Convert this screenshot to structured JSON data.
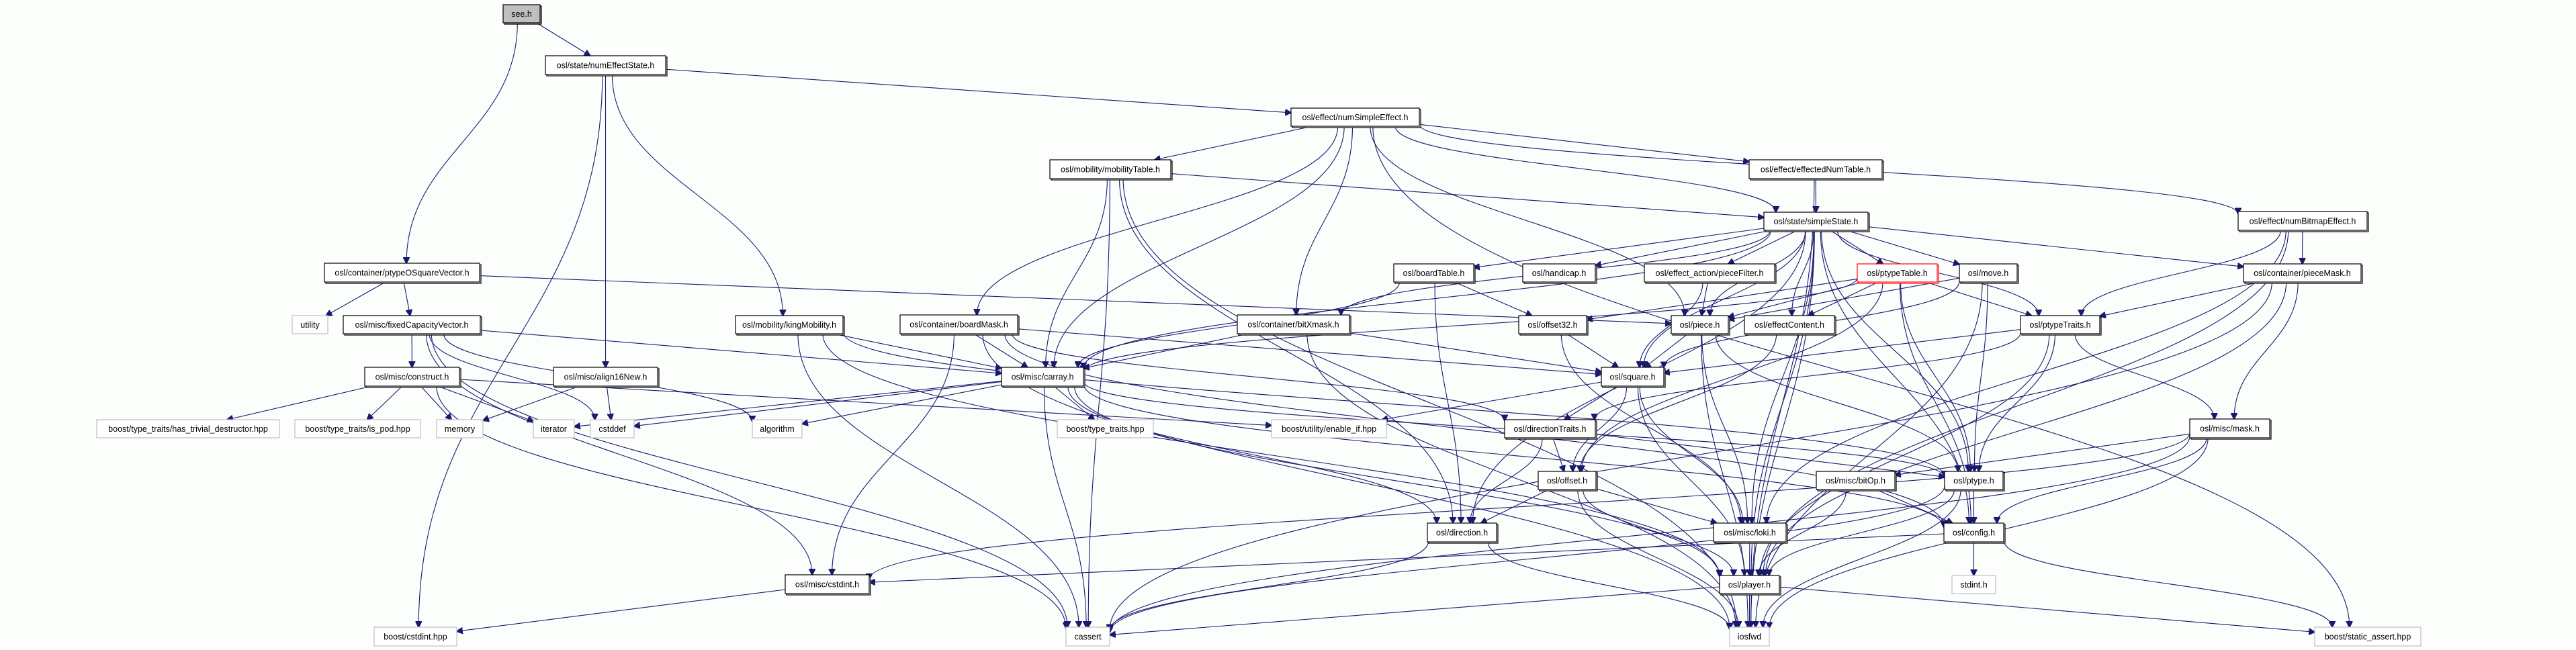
{
  "diagram": {
    "title": "see.h include dependency graph",
    "colors": {
      "edge": "#191970",
      "root_fill": "#bfbfbf",
      "highlight_border": "#ff0000",
      "external_border": "#bfbfbf"
    },
    "nodes": [
      {
        "id": "see",
        "label": "see.h",
        "kind": "root"
      },
      {
        "id": "numEffectState",
        "label": "osl/state/numEffectState.h",
        "kind": "internal"
      },
      {
        "id": "numSimpleEffect",
        "label": "osl/effect/numSimpleEffect.h",
        "kind": "internal"
      },
      {
        "id": "mobilityTable",
        "label": "osl/mobility/mobilityTable.h",
        "kind": "internal"
      },
      {
        "id": "effectedNumTable",
        "label": "osl/effect/effectedNumTable.h",
        "kind": "internal"
      },
      {
        "id": "simpleState",
        "label": "osl/state/simpleState.h",
        "kind": "internal"
      },
      {
        "id": "numBitmapEffect",
        "label": "osl/effect/numBitmapEffect.h",
        "kind": "internal"
      },
      {
        "id": "ptypeOSquareVector",
        "label": "osl/container/ptypeOSquareVector.h",
        "kind": "internal"
      },
      {
        "id": "boardTable",
        "label": "osl/boardTable.h",
        "kind": "internal"
      },
      {
        "id": "handicap",
        "label": "osl/handicap.h",
        "kind": "internal"
      },
      {
        "id": "pieceFilter",
        "label": "osl/effect_action/pieceFilter.h",
        "kind": "internal"
      },
      {
        "id": "ptypeTable",
        "label": "osl/ptypeTable.h",
        "kind": "highlight"
      },
      {
        "id": "move",
        "label": "osl/move.h",
        "kind": "internal"
      },
      {
        "id": "pieceMask",
        "label": "osl/container/pieceMask.h",
        "kind": "internal"
      },
      {
        "id": "utility",
        "label": "utility",
        "kind": "external"
      },
      {
        "id": "fixedCapacityVector",
        "label": "osl/misc/fixedCapacityVector.h",
        "kind": "internal"
      },
      {
        "id": "kingMobility",
        "label": "osl/mobility/kingMobility.h",
        "kind": "internal"
      },
      {
        "id": "boardMask",
        "label": "osl/container/boardMask.h",
        "kind": "internal"
      },
      {
        "id": "bitXmask",
        "label": "osl/container/bitXmask.h",
        "kind": "internal"
      },
      {
        "id": "offset32",
        "label": "osl/offset32.h",
        "kind": "internal"
      },
      {
        "id": "piece",
        "label": "osl/piece.h",
        "kind": "internal"
      },
      {
        "id": "effectContent",
        "label": "osl/effectContent.h",
        "kind": "internal"
      },
      {
        "id": "ptypeTraits",
        "label": "osl/ptypeTraits.h",
        "kind": "internal"
      },
      {
        "id": "construct",
        "label": "osl/misc/construct.h",
        "kind": "internal"
      },
      {
        "id": "align16New",
        "label": "osl/misc/align16New.h",
        "kind": "internal"
      },
      {
        "id": "carray",
        "label": "osl/misc/carray.h",
        "kind": "internal"
      },
      {
        "id": "square",
        "label": "osl/square.h",
        "kind": "internal"
      },
      {
        "id": "hasTrivialDestructor",
        "label": "boost/type_traits/has_trivial_destructor.hpp",
        "kind": "external"
      },
      {
        "id": "isPod",
        "label": "boost/type_traits/is_pod.hpp",
        "kind": "external"
      },
      {
        "id": "memory",
        "label": "memory",
        "kind": "external"
      },
      {
        "id": "iterator",
        "label": "iterator",
        "kind": "external"
      },
      {
        "id": "cstddef",
        "label": "cstddef",
        "kind": "external"
      },
      {
        "id": "algorithm",
        "label": "algorithm",
        "kind": "external"
      },
      {
        "id": "typeTraits",
        "label": "boost/type_traits.hpp",
        "kind": "external"
      },
      {
        "id": "enableIf",
        "label": "boost/utility/enable_if.hpp",
        "kind": "external"
      },
      {
        "id": "directionTraits",
        "label": "osl/directionTraits.h",
        "kind": "internal"
      },
      {
        "id": "mask",
        "label": "osl/misc/mask.h",
        "kind": "internal"
      },
      {
        "id": "offset",
        "label": "osl/offset.h",
        "kind": "internal"
      },
      {
        "id": "bitOp",
        "label": "osl/misc/bitOp.h",
        "kind": "internal"
      },
      {
        "id": "ptype",
        "label": "osl/ptype.h",
        "kind": "internal"
      },
      {
        "id": "direction",
        "label": "osl/direction.h",
        "kind": "internal"
      },
      {
        "id": "loki",
        "label": "osl/misc/loki.h",
        "kind": "internal"
      },
      {
        "id": "config",
        "label": "osl/config.h",
        "kind": "internal"
      },
      {
        "id": "cstdintH",
        "label": "osl/misc/cstdint.h",
        "kind": "internal"
      },
      {
        "id": "player",
        "label": "osl/player.h",
        "kind": "internal"
      },
      {
        "id": "stdint",
        "label": "stdint.h",
        "kind": "external"
      },
      {
        "id": "boostCstdint",
        "label": "boost/cstdint.hpp",
        "kind": "external"
      },
      {
        "id": "cassert",
        "label": "cassert",
        "kind": "external"
      },
      {
        "id": "iosfwd",
        "label": "iosfwd",
        "kind": "external"
      },
      {
        "id": "staticAssert",
        "label": "boost/static_assert.hpp",
        "kind": "external"
      }
    ],
    "edges": [
      [
        "see",
        "numEffectState"
      ],
      [
        "see",
        "ptypeOSquareVector"
      ],
      [
        "numEffectState",
        "numSimpleEffect"
      ],
      [
        "numEffectState",
        "align16New"
      ],
      [
        "numEffectState",
        "kingMobility"
      ],
      [
        "numEffectState",
        "boostCstdint"
      ],
      [
        "numSimpleEffect",
        "mobilityTable"
      ],
      [
        "numSimpleEffect",
        "effectedNumTable"
      ],
      [
        "numSimpleEffect",
        "simpleState"
      ],
      [
        "numSimpleEffect",
        "numBitmapEffect"
      ],
      [
        "numSimpleEffect",
        "boardMask"
      ],
      [
        "numSimpleEffect",
        "bitXmask"
      ],
      [
        "numSimpleEffect",
        "carray"
      ],
      [
        "numSimpleEffect",
        "piece"
      ],
      [
        "numSimpleEffect",
        "staticAssert"
      ],
      [
        "mobilityTable",
        "simpleState"
      ],
      [
        "mobilityTable",
        "carray"
      ],
      [
        "mobilityTable",
        "direction"
      ],
      [
        "mobilityTable",
        "cassert"
      ],
      [
        "mobilityTable",
        "iosfwd"
      ],
      [
        "effectedNumTable",
        "simpleState"
      ],
      [
        "effectedNumTable",
        "iosfwd"
      ],
      [
        "simpleState",
        "boardTable"
      ],
      [
        "simpleState",
        "handicap"
      ],
      [
        "simpleState",
        "pieceFilter"
      ],
      [
        "simpleState",
        "ptypeTable"
      ],
      [
        "simpleState",
        "move"
      ],
      [
        "simpleState",
        "pieceMask"
      ],
      [
        "simpleState",
        "bitXmask"
      ],
      [
        "simpleState",
        "carray"
      ],
      [
        "simpleState",
        "piece"
      ],
      [
        "simpleState",
        "effectContent"
      ],
      [
        "simpleState",
        "ptypeTraits"
      ],
      [
        "simpleState",
        "square"
      ],
      [
        "simpleState",
        "direction"
      ],
      [
        "simpleState",
        "ptype"
      ],
      [
        "simpleState",
        "loki"
      ],
      [
        "simpleState",
        "player"
      ],
      [
        "simpleState",
        "config"
      ],
      [
        "simpleState",
        "iosfwd"
      ],
      [
        "numBitmapEffect",
        "pieceMask"
      ],
      [
        "numBitmapEffect",
        "ptypeTraits"
      ],
      [
        "numBitmapEffect",
        "loki"
      ],
      [
        "numBitmapEffect",
        "player"
      ],
      [
        "ptypeOSquareVector",
        "utility"
      ],
      [
        "ptypeOSquareVector",
        "fixedCapacityVector"
      ],
      [
        "ptypeOSquareVector",
        "piece"
      ],
      [
        "boardTable",
        "offset32"
      ],
      [
        "boardTable",
        "carray"
      ],
      [
        "boardTable",
        "direction"
      ],
      [
        "pieceFilter",
        "piece"
      ],
      [
        "pieceFilter",
        "square"
      ],
      [
        "ptypeTable",
        "offset32"
      ],
      [
        "ptypeTable",
        "carray"
      ],
      [
        "ptypeTable",
        "piece"
      ],
      [
        "ptypeTable",
        "effectContent"
      ],
      [
        "ptypeTable",
        "ptypeTraits"
      ],
      [
        "ptypeTable",
        "ptype"
      ],
      [
        "ptypeTable",
        "offset"
      ],
      [
        "ptypeTable",
        "config"
      ],
      [
        "move",
        "piece"
      ],
      [
        "move",
        "square"
      ],
      [
        "move",
        "ptype"
      ],
      [
        "move",
        "iosfwd"
      ],
      [
        "pieceMask",
        "ptypeTraits"
      ],
      [
        "pieceMask",
        "mask"
      ],
      [
        "pieceMask",
        "cassert"
      ],
      [
        "pieceMask",
        "player"
      ],
      [
        "fixedCapacityVector",
        "construct"
      ],
      [
        "fixedCapacityVector",
        "carray"
      ],
      [
        "fixedCapacityVector",
        "cstddef"
      ],
      [
        "fixedCapacityVector",
        "algorithm"
      ],
      [
        "fixedCapacityVector",
        "cassert"
      ],
      [
        "fixedCapacityVector",
        "cstdintH"
      ],
      [
        "kingMobility",
        "carray"
      ],
      [
        "kingMobility",
        "ptype"
      ],
      [
        "kingMobility",
        "player"
      ],
      [
        "kingMobility",
        "cassert"
      ],
      [
        "boardMask",
        "carray"
      ],
      [
        "boardMask",
        "square"
      ],
      [
        "boardMask",
        "directionTraits"
      ],
      [
        "boardMask",
        "cstdintH"
      ],
      [
        "boardMask",
        "config"
      ],
      [
        "boardMask",
        "iosfwd"
      ],
      [
        "bitXmask",
        "carray"
      ],
      [
        "bitXmask",
        "square"
      ],
      [
        "bitXmask",
        "iosfwd"
      ],
      [
        "offset32",
        "square"
      ],
      [
        "offset32",
        "loki"
      ],
      [
        "piece",
        "square"
      ],
      [
        "piece",
        "ptype"
      ],
      [
        "piece",
        "loki"
      ],
      [
        "piece",
        "iosfwd"
      ],
      [
        "effectContent",
        "offset"
      ],
      [
        "ptypeTraits",
        "square"
      ],
      [
        "ptypeTraits",
        "ptype"
      ],
      [
        "ptypeTraits",
        "mask"
      ],
      [
        "ptypeTraits",
        "directionTraits"
      ],
      [
        "ptypeTraits",
        "player"
      ],
      [
        "construct",
        "hasTrivialDestructor"
      ],
      [
        "construct",
        "isPod"
      ],
      [
        "construct",
        "memory"
      ],
      [
        "construct",
        "iterator"
      ],
      [
        "construct",
        "enableIf"
      ],
      [
        "construct",
        "cassert"
      ],
      [
        "align16New",
        "memory"
      ],
      [
        "align16New",
        "cstddef"
      ],
      [
        "carray",
        "typeTraits"
      ],
      [
        "carray",
        "iterator"
      ],
      [
        "carray",
        "cstddef"
      ],
      [
        "carray",
        "algorithm"
      ],
      [
        "carray",
        "cassert"
      ],
      [
        "carray",
        "ptype"
      ],
      [
        "carray",
        "player"
      ],
      [
        "carray",
        "config"
      ],
      [
        "carray",
        "direction"
      ],
      [
        "square",
        "directionTraits"
      ],
      [
        "square",
        "offset"
      ],
      [
        "square",
        "enableIf"
      ],
      [
        "square",
        "loki"
      ],
      [
        "square",
        "player"
      ],
      [
        "directionTraits",
        "direction"
      ],
      [
        "directionTraits",
        "offset"
      ],
      [
        "directionTraits",
        "ptype"
      ],
      [
        "mask",
        "bitOp"
      ],
      [
        "mask",
        "cstdintH"
      ],
      [
        "mask",
        "config"
      ],
      [
        "mask",
        "cassert"
      ],
      [
        "mask",
        "iosfwd"
      ],
      [
        "offset",
        "direction"
      ],
      [
        "offset",
        "loki"
      ],
      [
        "offset",
        "player"
      ],
      [
        "offset",
        "iosfwd"
      ],
      [
        "bitOp",
        "config"
      ],
      [
        "bitOp",
        "player"
      ],
      [
        "ptype",
        "player"
      ],
      [
        "ptype",
        "config"
      ],
      [
        "ptype",
        "cassert"
      ],
      [
        "ptype",
        "iosfwd"
      ],
      [
        "direction",
        "cassert"
      ],
      [
        "direction",
        "iosfwd"
      ],
      [
        "loki",
        "player"
      ],
      [
        "config",
        "stdint"
      ],
      [
        "config",
        "cstdintH"
      ],
      [
        "config",
        "staticAssert"
      ],
      [
        "cstdintH",
        "boostCstdint"
      ],
      [
        "player",
        "cassert"
      ],
      [
        "player",
        "iosfwd"
      ],
      [
        "player",
        "staticAssert"
      ]
    ]
  }
}
